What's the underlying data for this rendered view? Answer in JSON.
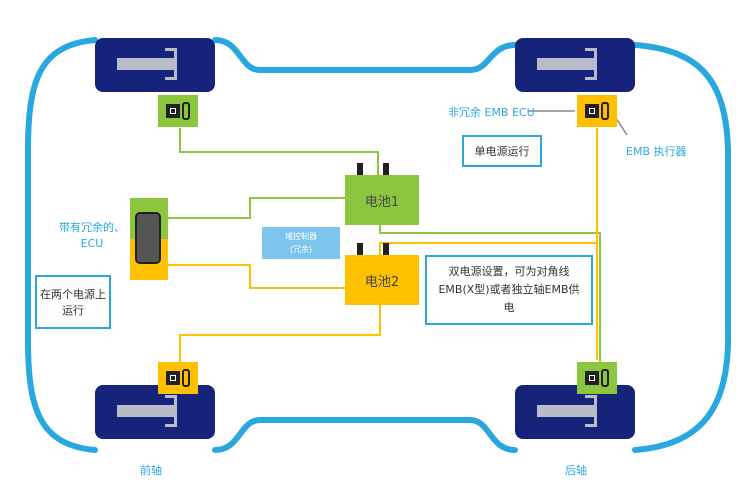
{
  "batteries": {
    "b1": "电池1",
    "b2": "电池2"
  },
  "domain_controller": {
    "line1": "域控制器",
    "line2": "(冗余)"
  },
  "labels": {
    "redundant_ecu": "带有冗余的、ECU",
    "dual_power": "在两个电源上运行",
    "non_redundant_ecu": "非冗余 EMB ECU",
    "single_power": "单电源运行",
    "emb_actuator": "EMB 执行器",
    "dual_supply_note": "双电源设置，可为对角线EMB(X型)或者独立轴EMB供电",
    "front_axle": "前轴",
    "rear_axle": "后轴"
  },
  "colors": {
    "outline": "#29a8e0",
    "green": "#8cc63f",
    "orange": "#ffc000",
    "wheel": "#16237a"
  }
}
